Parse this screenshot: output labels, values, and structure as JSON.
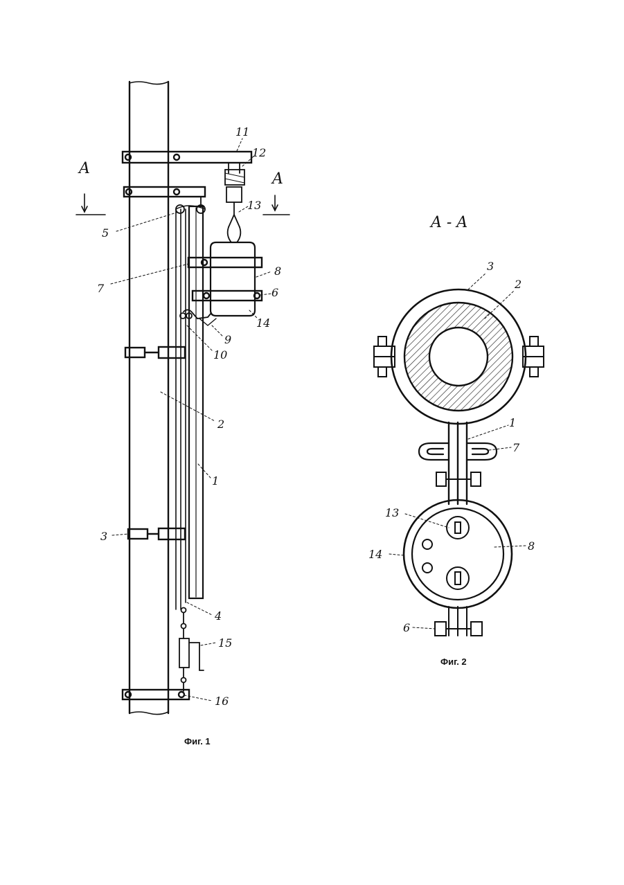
{
  "figure1": {
    "caption": "Фиг. 1",
    "section_marks": [
      "A",
      "A"
    ],
    "labels": [
      "11",
      "12",
      "13",
      "5",
      "7",
      "8",
      "6",
      "14",
      "9",
      "10",
      "2",
      "1",
      "3",
      "4",
      "15",
      "16"
    ]
  },
  "figure2": {
    "caption": "Фиг. 2",
    "section_title": "A - A",
    "labels": [
      "3",
      "2",
      "1",
      "7",
      "13",
      "8",
      "14",
      "6"
    ]
  }
}
